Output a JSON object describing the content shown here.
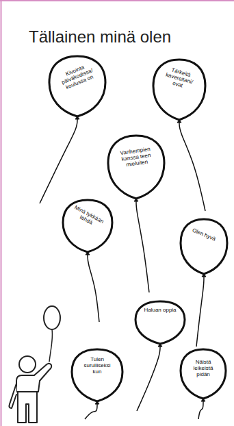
{
  "diagram": {
    "title": "Tällainen minä olen",
    "nodes": [
      {
        "text": [
          "Kivointa päiväkodissa/ koulussa on"
        ]
      },
      {
        "text": [
          "Tärkeitä kavereitani/ ovat"
        ]
      },
      {
        "text": [
          "Vanhempien kanssa teen mieluiten"
        ]
      },
      {
        "text": [
          "Minä tykkään tehdä"
        ]
      },
      {
        "text": [
          "Olen hyvä"
        ]
      },
      {
        "text": [
          "Haluan oppia"
        ]
      },
      {
        "text": [
          "Tulen surulliseksi kun"
        ]
      },
      {
        "text": [
          "Näistä leikeistä pidän"
        ]
      }
    ]
  }
}
